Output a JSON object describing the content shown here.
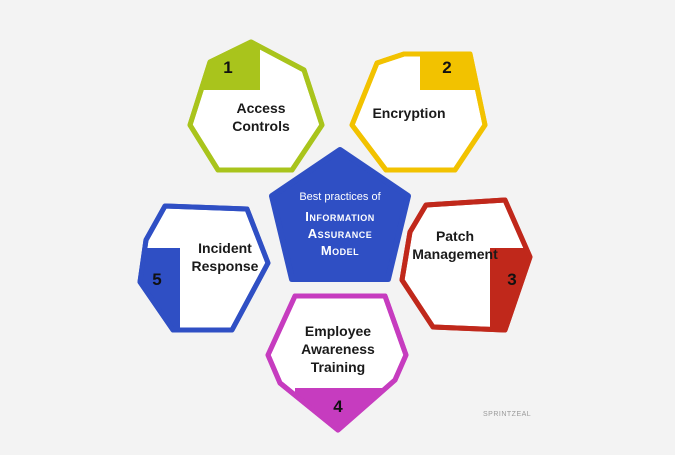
{
  "center": {
    "line1": "Best practices of",
    "line2": "Information",
    "line3": "Assurance",
    "line4": "Model",
    "color": "#2f4fc4"
  },
  "items": [
    {
      "number": "1",
      "label_line1": "Access",
      "label_line2": "Controls",
      "color": "#a9c41c"
    },
    {
      "number": "2",
      "label_line1": "Encryption",
      "label_line2": "",
      "color": "#f2c200"
    },
    {
      "number": "3",
      "label_line1": "Patch",
      "label_line2": "Management",
      "color": "#c0281b"
    },
    {
      "number": "4",
      "label_line1": "Employee",
      "label_line2": "Awareness",
      "label_line3": "Training",
      "color": "#c63cbf"
    },
    {
      "number": "5",
      "label_line1": "Incident",
      "label_line2": "Response",
      "color": "#2f4fc4"
    }
  ],
  "logo": "SPRINTZEAL"
}
